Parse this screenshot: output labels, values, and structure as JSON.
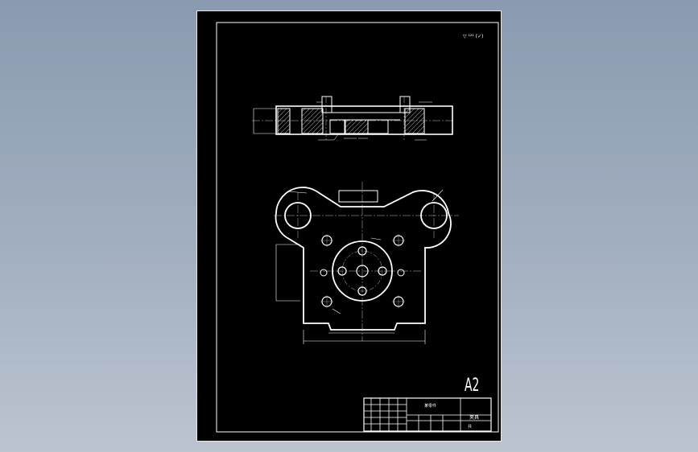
{
  "sheet": {
    "size_label": "A2",
    "corner_note": "▽ ¹²¹ (✓)"
  },
  "title_block": {
    "drawing_name": "某零件",
    "part_name": "夹具",
    "sheet_count": "共"
  },
  "colors": {
    "background": "#8a9ab0",
    "sheet": "#000000",
    "lines": "#ffffff",
    "centerlines": "#bfbfbf"
  }
}
